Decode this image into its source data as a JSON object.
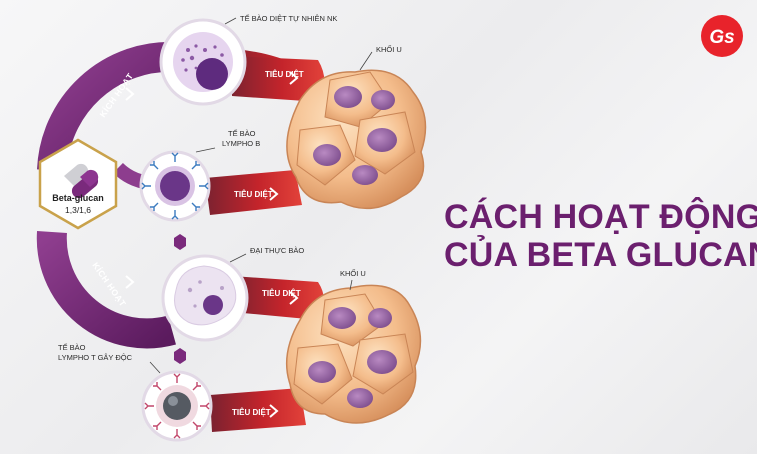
{
  "headline": {
    "line1": "CÁCH HOẠT ĐỘNG",
    "line2": "CỦA BETA GLUCAN"
  },
  "logo_text": "Gs",
  "badge": {
    "name": "Beta-glucan",
    "formula": "1,3/1,6"
  },
  "activate_label": "KÍCH HOẠT",
  "kill_label": "TIÊU DIỆT",
  "cells": {
    "nk": "TẾ BÀO DIỆT TỰ NHIÊN NK",
    "lympho_b_line1": "TẾ BÀO",
    "lympho_b_line2": "LYMPHO B",
    "macrophage": "ĐẠI THỰC BÀO",
    "lympho_t_line1": "TẾ BÀO",
    "lympho_t_line2": "LYMPHO T GÂY ĐỘC"
  },
  "tumor_label_top": "KHỐI U",
  "tumor_label_bottom": "KHỐI U",
  "colors": {
    "brand_purple": "#6b1f6e",
    "arc_purple": "#7a2a7c",
    "kill_red": "#c0232b",
    "logo_red": "#e8232b"
  }
}
